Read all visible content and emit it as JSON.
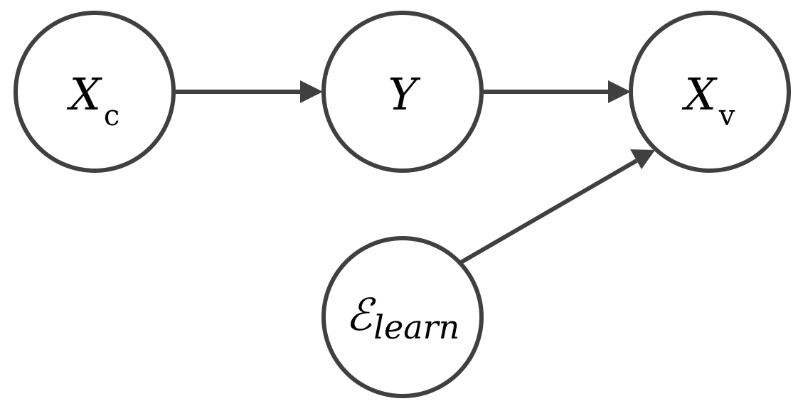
{
  "diagram": {
    "nodes": [
      {
        "id": "xc",
        "main": "X",
        "sub": "c"
      },
      {
        "id": "y",
        "main": "Y",
        "sub": ""
      },
      {
        "id": "xv",
        "main": "X",
        "sub": "v"
      },
      {
        "id": "eps",
        "main": "ℰ",
        "sub": "learn"
      }
    ],
    "edges": [
      {
        "from": "xc",
        "to": "y"
      },
      {
        "from": "y",
        "to": "xv"
      },
      {
        "from": "eps",
        "to": "xv"
      }
    ],
    "colors": {
      "stroke": "#404040",
      "text": "#000000",
      "background": "#ffffff"
    }
  }
}
